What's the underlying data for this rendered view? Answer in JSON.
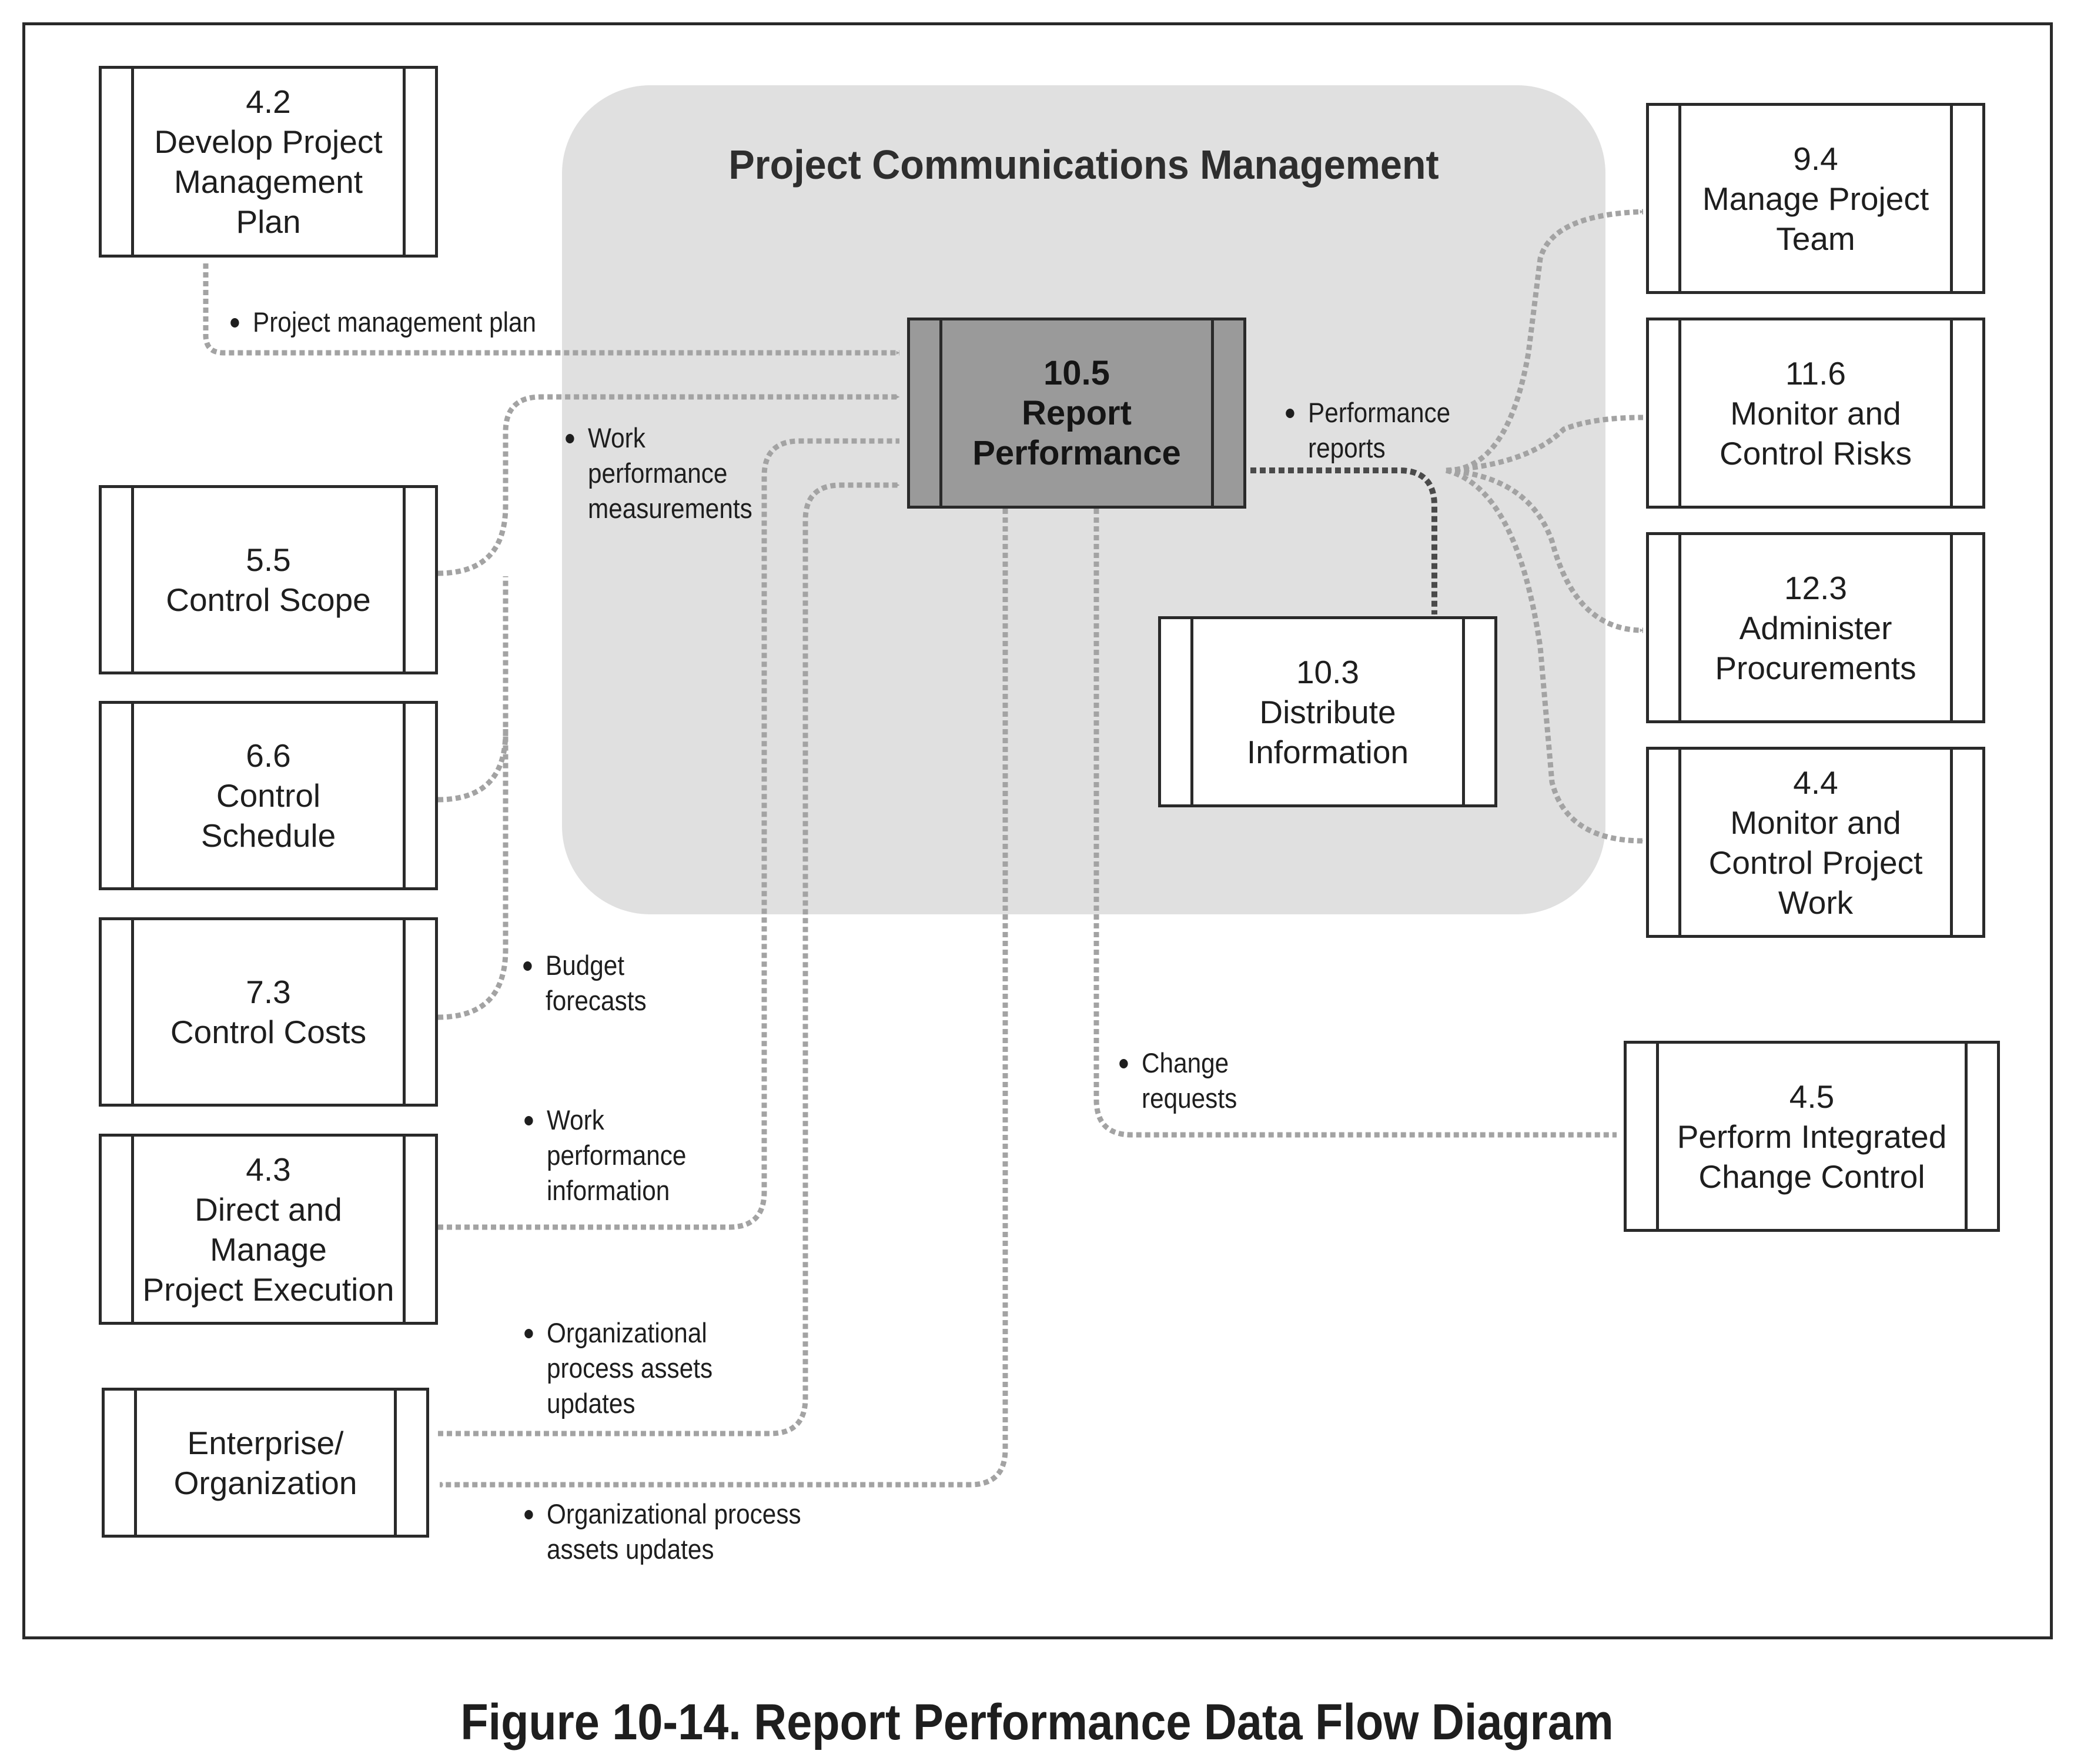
{
  "region_title": "Project Communications Management",
  "caption": "Figure 10-14. Report Performance Data Flow Diagram",
  "colors": {
    "region": "#e0e0e0",
    "focus_process": "#9a9a9a",
    "flow": "#a3a3a3",
    "border": "#2a2a2a"
  },
  "processes": {
    "p42": [
      "4.2",
      "Develop Project",
      "Management",
      "Plan"
    ],
    "p55": [
      "5.5",
      "Control Scope"
    ],
    "p66": [
      "6.6",
      "Control",
      "Schedule"
    ],
    "p73": [
      "7.3",
      "Control Costs"
    ],
    "p43": [
      "4.3",
      "Direct and",
      "Manage",
      "Project Execution"
    ],
    "ent": [
      "Enterprise/",
      "Organization"
    ],
    "p105": [
      "10.5",
      "Report",
      "Performance"
    ],
    "p103": [
      "10.3",
      "Distribute",
      "Information"
    ],
    "p94": [
      "9.4",
      "Manage Project",
      "Team"
    ],
    "p116": [
      "11.6",
      "Monitor and",
      "Control Risks"
    ],
    "p123": [
      "12.3",
      "Administer",
      "Procurements"
    ],
    "p44": [
      "4.4",
      "Monitor and",
      "Control Project",
      "Work"
    ],
    "p45": [
      "4.5",
      "Perform Integrated",
      "Change Control"
    ]
  },
  "flows": {
    "pm_plan": [
      "Project management plan"
    ],
    "wpm": [
      "Work",
      "performance",
      "measurements"
    ],
    "perf_reports": [
      "Performance",
      "reports"
    ],
    "budget": [
      "Budget",
      "forecasts"
    ],
    "change": [
      "Change",
      "requests"
    ],
    "wpi": [
      "Work",
      "performance",
      "information"
    ],
    "opa_in": [
      "Organizational",
      "process assets",
      "updates"
    ],
    "opa_out": [
      "Organizational process",
      "assets updates"
    ]
  }
}
